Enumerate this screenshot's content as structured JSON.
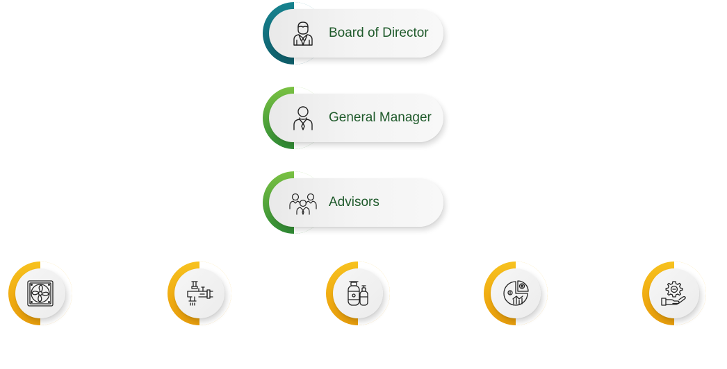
{
  "colors": {
    "label_text": "#1f5a2b",
    "arc_teal": "#12707d",
    "arc_green": "#4ea23a",
    "arc_gold": "#f0ac12",
    "pill_background": "#f2f2f2",
    "icon_stroke": "#222222"
  },
  "hierarchy": [
    {
      "label": "Board of Director",
      "icon": "businessman-icon",
      "accent": "teal"
    },
    {
      "label": "General Manager",
      "icon": "manager-icon",
      "accent": "green"
    },
    {
      "label": "Advisors",
      "icon": "team-icon",
      "accent": "green"
    }
  ],
  "departments": [
    {
      "icon": "ventilation-fan-icon",
      "accent": "gold"
    },
    {
      "icon": "piping-icon",
      "accent": "gold"
    },
    {
      "icon": "gas-cylinder-icon",
      "accent": "gold"
    },
    {
      "icon": "finance-chart-icon",
      "accent": "gold"
    },
    {
      "icon": "service-gear-hand-icon",
      "accent": "gold"
    }
  ]
}
